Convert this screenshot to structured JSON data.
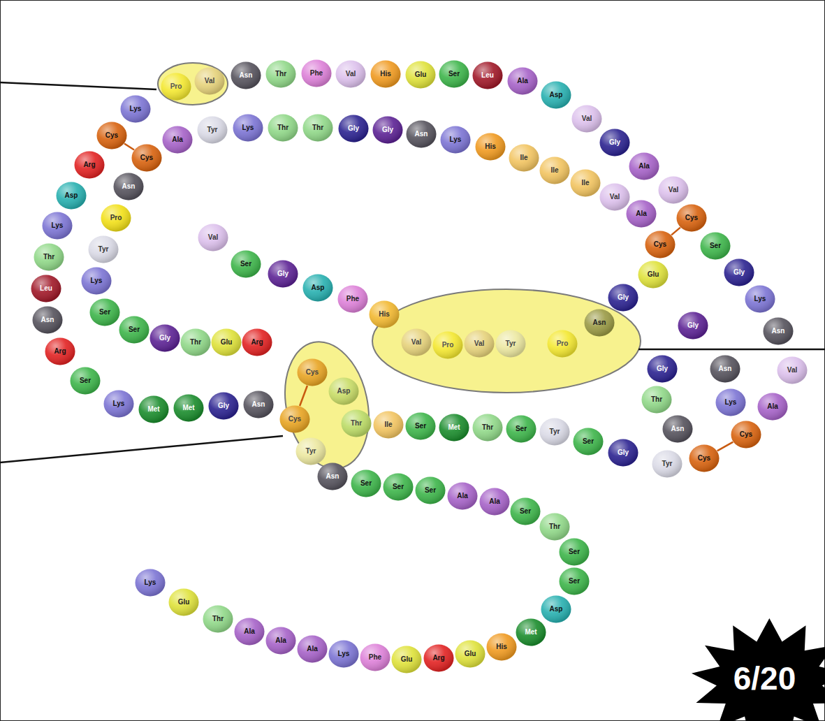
{
  "diagram": {
    "nodes": [
      {
        "text": [
          "Val"
        ]
      },
      {
        "text": [
          "Ser"
        ]
      },
      {
        "text": [
          "Gly"
        ]
      },
      {
        "text": [
          "Asp"
        ]
      },
      {
        "text": [
          "Phe"
        ]
      },
      {
        "text": [
          "His"
        ]
      },
      {
        "text": [
          "Val"
        ]
      },
      {
        "text": [
          "Pro"
        ]
      },
      {
        "text": [
          "Val"
        ]
      },
      {
        "text": [
          "Tyr"
        ]
      },
      {
        "text": [
          "Pro"
        ]
      },
      {
        "text": [
          "Asn"
        ]
      },
      {
        "text": [
          "Gly"
        ]
      },
      {
        "text": [
          "Glu"
        ]
      },
      {
        "text": [
          "Cys"
        ]
      },
      {
        "text": [
          "Ala"
        ]
      },
      {
        "text": [
          "Val"
        ]
      },
      {
        "text": [
          "Ile"
        ]
      },
      {
        "text": [
          "Ile"
        ]
      },
      {
        "text": [
          "Ile"
        ]
      },
      {
        "text": [
          "His"
        ]
      },
      {
        "text": [
          "Lys"
        ]
      },
      {
        "text": [
          "Asn"
        ]
      },
      {
        "text": [
          "Gly"
        ]
      },
      {
        "text": [
          "Gly"
        ]
      },
      {
        "text": [
          "Thr"
        ]
      },
      {
        "text": [
          "Thr"
        ]
      },
      {
        "text": [
          "Lys"
        ]
      },
      {
        "text": [
          "Tyr"
        ]
      },
      {
        "text": [
          "Ala"
        ]
      },
      {
        "text": [
          "Cys"
        ]
      },
      {
        "text": [
          "Asn"
        ]
      },
      {
        "text": [
          "Pro"
        ]
      },
      {
        "text": [
          "Tyr"
        ]
      },
      {
        "text": [
          "Lys"
        ]
      },
      {
        "text": [
          "Ser"
        ]
      },
      {
        "text": [
          "Ser"
        ]
      },
      {
        "text": [
          "Gly"
        ]
      },
      {
        "text": [
          "Thr"
        ]
      },
      {
        "text": [
          "Glu"
        ]
      },
      {
        "text": [
          "Arg"
        ]
      },
      {
        "text": [
          "Cys"
        ]
      },
      {
        "text": [
          "Asp"
        ]
      },
      {
        "text": [
          "Thr"
        ]
      },
      {
        "text": [
          "Ile"
        ]
      },
      {
        "text": [
          "Ser"
        ]
      },
      {
        "text": [
          "Met"
        ]
      },
      {
        "text": [
          "Thr"
        ]
      },
      {
        "text": [
          "Ser"
        ]
      },
      {
        "text": [
          "Tyr"
        ]
      },
      {
        "text": [
          "Ser"
        ]
      },
      {
        "text": [
          "Gly"
        ]
      },
      {
        "text": [
          "Tyr"
        ]
      },
      {
        "text": [
          "Cys"
        ]
      },
      {
        "text": [
          "Asn"
        ]
      },
      {
        "text": [
          "Thr"
        ]
      },
      {
        "text": [
          "Gly"
        ]
      },
      {
        "text": [
          "Gly"
        ]
      },
      {
        "text": [
          "Asn"
        ]
      },
      {
        "text": [
          "Lys"
        ]
      },
      {
        "text": [
          "Cys"
        ]
      },
      {
        "text": [
          "Ala"
        ]
      },
      {
        "text": [
          "Val"
        ]
      },
      {
        "text": [
          "Asn"
        ]
      },
      {
        "text": [
          "Lys"
        ]
      },
      {
        "text": [
          "Gly"
        ]
      },
      {
        "text": [
          "Ser"
        ]
      },
      {
        "text": [
          "Cys"
        ]
      },
      {
        "text": [
          "Val"
        ]
      },
      {
        "text": [
          "Ala"
        ]
      },
      {
        "text": [
          "Gly"
        ]
      },
      {
        "text": [
          "Val"
        ]
      },
      {
        "text": [
          "Asp"
        ]
      },
      {
        "text": [
          "Ala"
        ]
      },
      {
        "text": [
          "Leu"
        ]
      },
      {
        "text": [
          "Ser"
        ]
      },
      {
        "text": [
          "Glu"
        ]
      },
      {
        "text": [
          "His"
        ]
      },
      {
        "text": [
          "Val"
        ]
      },
      {
        "text": [
          "Phe"
        ]
      },
      {
        "text": [
          "Thr"
        ]
      },
      {
        "text": [
          "Asn"
        ]
      },
      {
        "text": [
          "Val"
        ]
      },
      {
        "text": [
          "Pro"
        ]
      },
      {
        "text": [
          "Lys"
        ]
      },
      {
        "text": [
          "Cys"
        ]
      },
      {
        "text": [
          "Arg"
        ]
      },
      {
        "text": [
          "Asp"
        ]
      },
      {
        "text": [
          "Lys"
        ]
      },
      {
        "text": [
          "Thr"
        ]
      },
      {
        "text": [
          "Leu"
        ]
      },
      {
        "text": [
          "Asn"
        ]
      },
      {
        "text": [
          "Arg"
        ]
      },
      {
        "text": [
          "Ser"
        ]
      },
      {
        "text": [
          "Lys"
        ]
      },
      {
        "text": [
          "Met"
        ]
      },
      {
        "text": [
          "Met"
        ]
      },
      {
        "text": [
          "Gly"
        ]
      },
      {
        "text": [
          "Asn"
        ]
      },
      {
        "text": [
          "Cys"
        ]
      },
      {
        "text": [
          "Tyr"
        ]
      },
      {
        "text": [
          "Asn"
        ]
      },
      {
        "text": [
          "Ser"
        ]
      },
      {
        "text": [
          "Ser"
        ]
      },
      {
        "text": [
          "Ser"
        ]
      },
      {
        "text": [
          "Ala"
        ]
      },
      {
        "text": [
          "Ala"
        ]
      },
      {
        "text": [
          "Ser"
        ]
      },
      {
        "text": [
          "Thr"
        ]
      },
      {
        "text": [
          "Ser"
        ]
      },
      {
        "text": [
          "Ser"
        ]
      },
      {
        "text": [
          "Asp"
        ]
      },
      {
        "text": [
          "Met"
        ]
      },
      {
        "text": [
          "His"
        ]
      },
      {
        "text": [
          "Glu"
        ]
      },
      {
        "text": [
          "Arg"
        ]
      },
      {
        "text": [
          "Glu"
        ]
      },
      {
        "text": [
          "Phe"
        ]
      },
      {
        "text": [
          "Lys"
        ]
      },
      {
        "text": [
          "Ala"
        ]
      },
      {
        "text": [
          "Ala"
        ]
      },
      {
        "text": [
          "Ala"
        ]
      },
      {
        "text": [
          "Thr"
        ]
      },
      {
        "text": [
          "Glu"
        ]
      },
      {
        "text": [
          "Lys"
        ]
      },
      {
        "text": [
          "6/20"
        ]
      }
    ],
    "edges": [
      {
        "from": 14,
        "to": 67,
        "arrow": "none"
      },
      {
        "from": 30,
        "to": 85,
        "arrow": "none"
      },
      {
        "from": 41,
        "to": 99,
        "arrow": "none"
      },
      {
        "from": 53,
        "to": 60,
        "arrow": "none"
      }
    ]
  }
}
